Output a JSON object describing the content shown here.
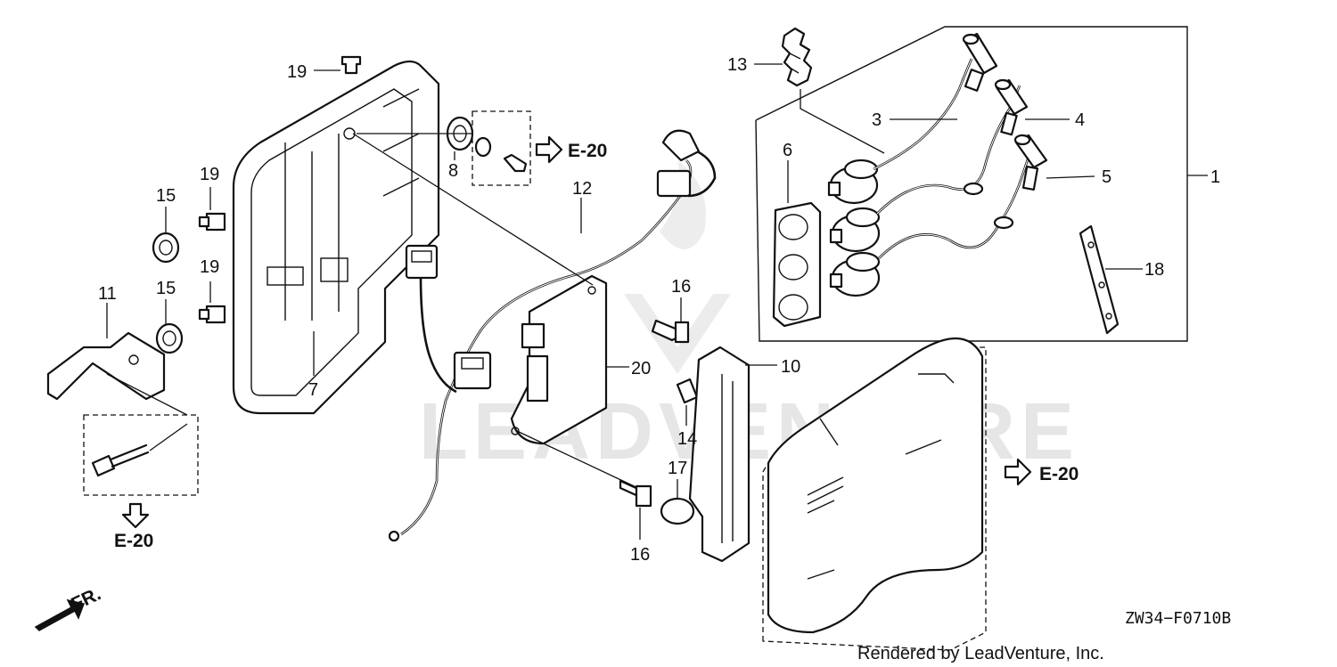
{
  "diagram": {
    "drawing_code": "ZW34−F0710B",
    "credit": "Rendered by LeadVenture, Inc.",
    "watermark": "LEADVENTURE",
    "front_marker": "FR.",
    "refs": [
      "E-20",
      "E-20",
      "E-20"
    ],
    "callouts": [
      "1",
      "3",
      "4",
      "5",
      "6",
      "7",
      "8",
      "10",
      "11",
      "12",
      "13",
      "14",
      "15",
      "15",
      "16",
      "16",
      "17",
      "18",
      "19",
      "19",
      "19",
      "20"
    ]
  }
}
